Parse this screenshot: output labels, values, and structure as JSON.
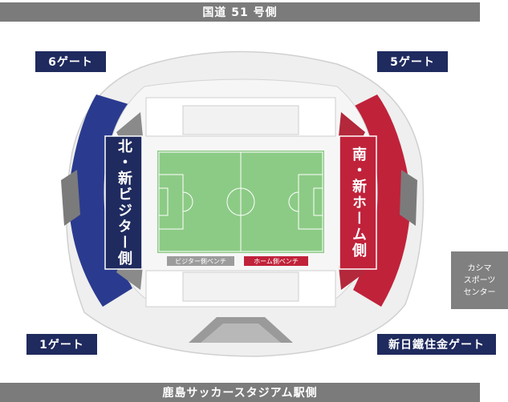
{
  "roads": {
    "north": "国道 51 号側",
    "south": "鹿島サッカースタジアム駅側"
  },
  "gates": {
    "gate6": "6ゲート",
    "gate5": "5ゲート",
    "gate1": "1ゲート",
    "nippon_steel": "新日鐵住金ゲート"
  },
  "stands": {
    "visitor": "北・新ビジター側",
    "home": "南・新ホーム側"
  },
  "benches": {
    "visitor": "ビジター側ベンチ",
    "home": "ホーム側ベンチ"
  },
  "facility": {
    "line1": "カシマ",
    "line2": "スポーツ",
    "line3": "センター"
  },
  "colors": {
    "navy": "#1f2a5e",
    "blue_stand": "#2a3b8f",
    "red_stand": "#c0223a",
    "pitch": "#8ccb86",
    "gray_band": "#7b7b7b"
  }
}
